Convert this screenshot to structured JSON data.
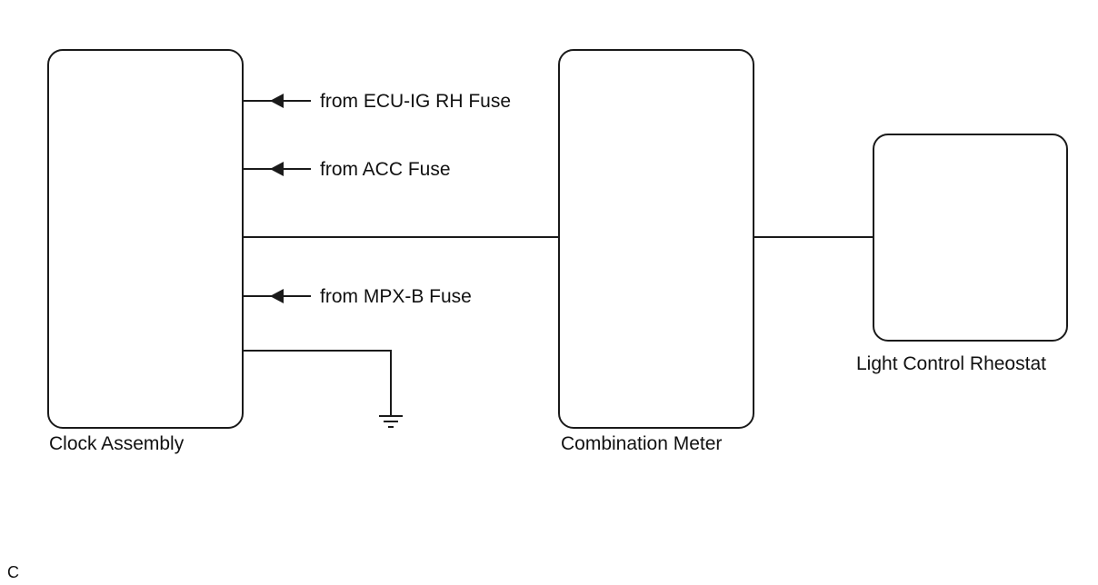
{
  "components": {
    "clock_assembly": "Clock Assembly",
    "combination_meter": "Combination Meter",
    "light_control_rheostat": "Light Control Rheostat"
  },
  "inputs": {
    "ecu_ig_rh": "from ECU-IG RH Fuse",
    "acc": "from ACC Fuse",
    "mpx_b": "from MPX-B Fuse"
  },
  "figure_code": "C"
}
